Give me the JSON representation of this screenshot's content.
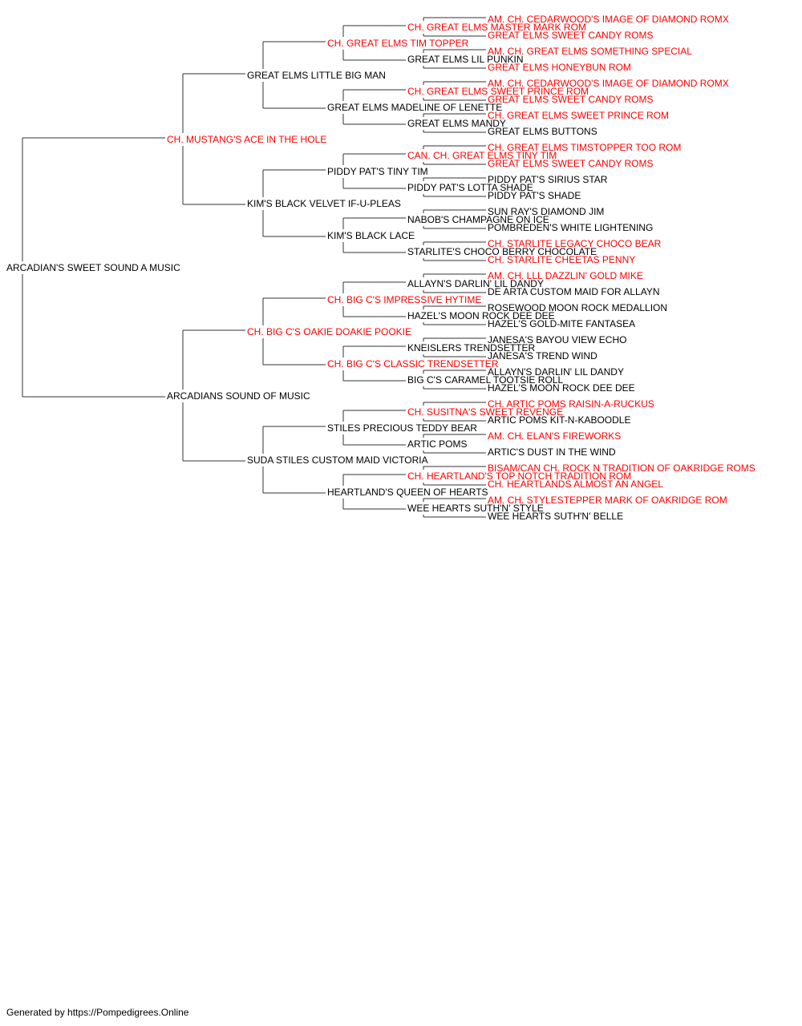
{
  "colors": {
    "titled": "#ff0000",
    "plain": "#000000",
    "line": "#333333"
  },
  "root": {
    "name": "ARCADIAN'S SWEET SOUND A MUSIC",
    "ch": false,
    "sire": {
      "name": "CH. MUSTANG'S ACE IN THE HOLE",
      "ch": true,
      "sire": {
        "name": "GREAT ELMS LITTLE BIG MAN",
        "ch": false,
        "sire": {
          "name": "CH. GREAT ELMS TIM TOPPER",
          "ch": true,
          "sire": {
            "name": "CH. GREAT ELMS MASTER MARK ROM",
            "ch": true,
            "sire": {
              "name": "AM. CH. CEDARWOOD'S IMAGE OF DIAMOND ROMX",
              "ch": true
            },
            "dam": {
              "name": "GREAT ELMS SWEET CANDY ROMS",
              "ch": true
            }
          },
          "dam": {
            "name": "GREAT ELMS LIL PUNKIN",
            "ch": false,
            "sire": {
              "name": "AM. CH. GREAT ELMS SOMETHING SPECIAL",
              "ch": true
            },
            "dam": {
              "name": "GREAT ELMS HONEYBUN ROM",
              "ch": true
            }
          }
        },
        "dam": {
          "name": "GREAT ELMS MADELINE OF LENETTE",
          "ch": false,
          "sire": {
            "name": "CH. GREAT ELMS SWEET PRINCE ROM",
            "ch": true,
            "sire": {
              "name": "AM. CH. CEDARWOOD'S IMAGE OF DIAMOND ROMX",
              "ch": true
            },
            "dam": {
              "name": "GREAT ELMS SWEET CANDY ROMS",
              "ch": true
            }
          },
          "dam": {
            "name": "GREAT ELMS MANDY",
            "ch": false,
            "sire": {
              "name": "CH. GREAT ELMS SWEET PRINCE ROM",
              "ch": true
            },
            "dam": {
              "name": "GREAT ELMS BUTTONS",
              "ch": false
            }
          }
        }
      },
      "dam": {
        "name": "KIM'S BLACK VELVET IF-U-PLEAS",
        "ch": false,
        "sire": {
          "name": "PIDDY PAT'S TINY TIM",
          "ch": false,
          "sire": {
            "name": "CAN. CH. GREAT ELMS TINY TIM",
            "ch": true,
            "sire": {
              "name": "CH. GREAT ELMS TIMSTOPPER TOO ROM",
              "ch": true
            },
            "dam": {
              "name": "GREAT ELMS SWEET CANDY ROMS",
              "ch": true
            }
          },
          "dam": {
            "name": "PIDDY PAT'S LOTTA SHADE",
            "ch": false,
            "sire": {
              "name": "PIDDY PAT'S SIRIUS STAR",
              "ch": false
            },
            "dam": {
              "name": "PIDDY PAT'S SHADE",
              "ch": false
            }
          }
        },
        "dam": {
          "name": "KIM'S BLACK LACE",
          "ch": false,
          "sire": {
            "name": "NABOB'S CHAMPAGNE ON ICE",
            "ch": false,
            "sire": {
              "name": "SUN RAY'S DIAMOND JIM",
              "ch": false
            },
            "dam": {
              "name": "POMBREDEN'S WHITE LIGHTENING",
              "ch": false
            }
          },
          "dam": {
            "name": "STARLITE'S CHOCO BERRY CHOCOLATE",
            "ch": false,
            "sire": {
              "name": "CH. STARLITE LEGACY CHOCO BEAR",
              "ch": true
            },
            "dam": {
              "name": "CH. STARLITE CHEETAS PENNY",
              "ch": true
            }
          }
        }
      }
    },
    "dam": {
      "name": "ARCADIANS SOUND OF MUSIC",
      "ch": false,
      "sire": {
        "name": "CH. BIG C'S OAKIE DOAKIE POOKIE",
        "ch": true,
        "sire": {
          "name": "CH. BIG C'S IMPRESSIVE HYTIME",
          "ch": true,
          "sire": {
            "name": "ALLAYN'S DARLIN' LIL DANDY",
            "ch": false,
            "sire": {
              "name": "AM. CH. LLL DAZZLIN' GOLD MIKE",
              "ch": true
            },
            "dam": {
              "name": "DE ARTA CUSTOM MAID FOR ALLAYN",
              "ch": false
            }
          },
          "dam": {
            "name": "HAZEL'S MOON ROCK DEE DEE",
            "ch": false,
            "sire": {
              "name": "ROSEWOOD MOON ROCK MEDALLION",
              "ch": false
            },
            "dam": {
              "name": "HAZEL'S GOLD-MITE FANTASEA",
              "ch": false
            }
          }
        },
        "dam": {
          "name": "CH. BIG C'S CLASSIC TRENDSETTER",
          "ch": true,
          "sire": {
            "name": "KNEISLERS TRENDSETTER",
            "ch": false,
            "sire": {
              "name": "JANESA'S BAYOU VIEW ECHO",
              "ch": false
            },
            "dam": {
              "name": "JANESA'S TREND WIND",
              "ch": false
            }
          },
          "dam": {
            "name": "BIG C'S CARAMEL TOOTSIE ROLL",
            "ch": false,
            "sire": {
              "name": "ALLAYN'S DARLIN' LIL DANDY",
              "ch": false
            },
            "dam": {
              "name": "HAZEL'S MOON ROCK DEE DEE",
              "ch": false
            }
          }
        }
      },
      "dam": {
        "name": "SUDA STILES CUSTOM MAID VICTORIA",
        "ch": false,
        "sire": {
          "name": "STILES PRECIOUS TEDDY BEAR",
          "ch": false,
          "sire": {
            "name": "CH. SUSITNA'S SWEET REVENGE",
            "ch": true,
            "sire": {
              "name": "CH. ARTIC POMS RAISIN-A-RUCKUS",
              "ch": true
            },
            "dam": {
              "name": "ARTIC POMS KIT-N-KABOODLE",
              "ch": false
            }
          },
          "dam": {
            "name": "ARTIC POMS",
            "ch": false,
            "sire": {
              "name": "AM. CH. ELAN'S FIREWORKS",
              "ch": true
            },
            "dam": {
              "name": "ARTIC'S DUST IN THE WIND",
              "ch": false
            }
          }
        },
        "dam": {
          "name": "HEARTLAND'S QUEEN OF HEARTS",
          "ch": false,
          "sire": {
            "name": "CH. HEARTLAND'S TOP NOTCH TRADITION ROM",
            "ch": true,
            "sire": {
              "name": "BISAM/CAN CH. ROCK N TRADITION OF OAKRIDGE ROMS",
              "ch": true
            },
            "dam": {
              "name": "CH. HEARTLANDS ALMOST AN ANGEL",
              "ch": true
            }
          },
          "dam": {
            "name": "WEE HEARTS SUTH'N' STYLE",
            "ch": false,
            "sire": {
              "name": "AM. CH. STYLESTEPPER MARK OF OAKRIDGE ROM",
              "ch": true
            },
            "dam": {
              "name": "WEE HEARTS SUTH'N' BELLE",
              "ch": false
            }
          }
        }
      }
    }
  },
  "footer": {
    "text": "Generated by https://Pompedigrees.Online"
  }
}
